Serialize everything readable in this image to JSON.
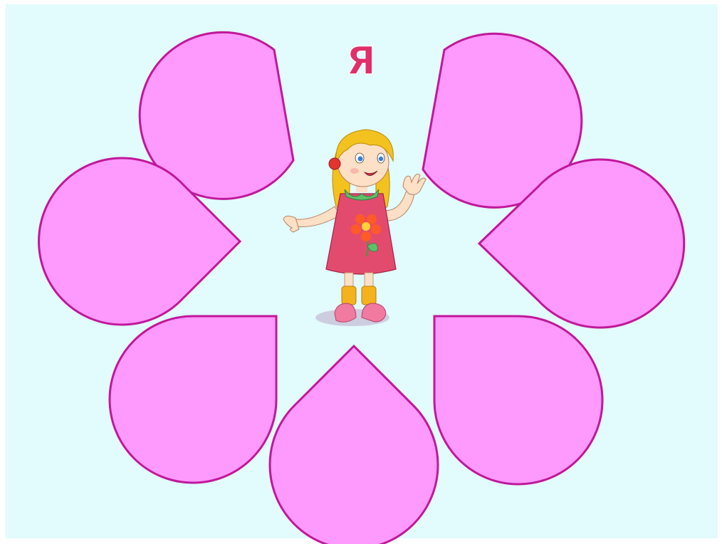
{
  "slide": {
    "title_letter": "Я",
    "colors": {
      "background": "#e2fbfd",
      "petal_fill": "#fe99fe",
      "petal_stroke": "#c0189a",
      "title_fill": "#e0306a",
      "title_outline": "#ffffff"
    },
    "petal_count": 7,
    "center_image": "girl-illustration"
  }
}
